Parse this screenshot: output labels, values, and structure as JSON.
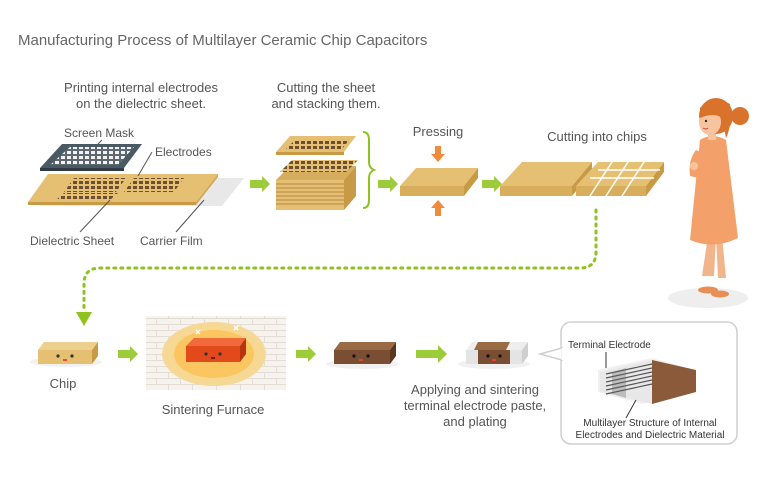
{
  "title": "Manufacturing Process of Multilayer Ceramic Chip Capacitors",
  "steps": {
    "printing": {
      "line1": "Printing internal electrodes",
      "line2": "on the dielectric sheet."
    },
    "stacking": {
      "line1": "Cutting the sheet",
      "line2": "and stacking them."
    },
    "pressing": "Pressing",
    "cutting": "Cutting into chips",
    "chip": "Chip",
    "sintering": "Sintering Furnace",
    "terminal": {
      "line1": "Applying and sintering",
      "line2": "terminal electrode paste,",
      "line3": "and plating"
    }
  },
  "labels": {
    "screen_mask": "Screen Mask",
    "electrodes": "Electrodes",
    "dielectric_sheet": "Dielectric Sheet",
    "carrier_film": "Carrier Film"
  },
  "callout": {
    "terminal_electrode": "Terminal Electrode",
    "structure_line1": "Multilayer Structure of Internal",
    "structure_line2": "Electrodes and Dielectric Material"
  },
  "colors": {
    "sheet": "#e6c072",
    "arrow": "#9ccc3a",
    "dotted_path": "#8dc21f",
    "fired_chip": "#7a4e32",
    "furnace_chip": "#e24a1b",
    "figure_dress": "#f4a06a",
    "figure_hair": "#d9732c"
  }
}
